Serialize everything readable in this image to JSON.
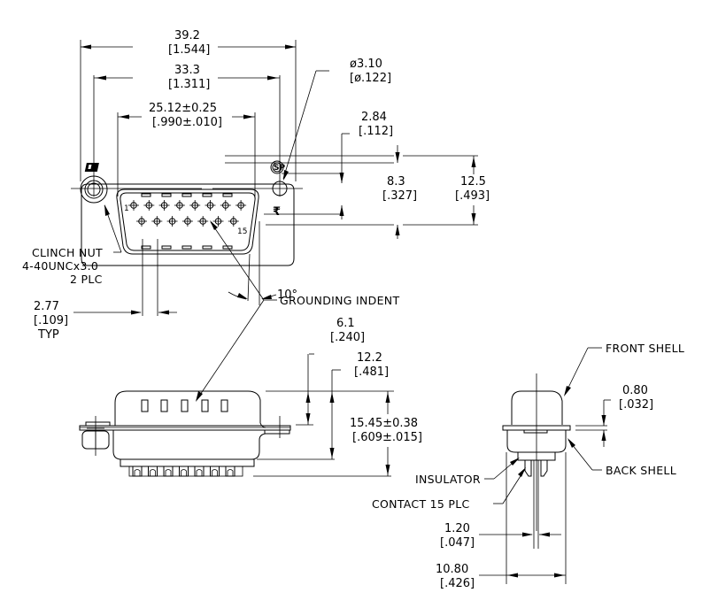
{
  "drawing": {
    "subject": "15-position D-sub connector mechanical drawing",
    "front_view": {
      "overall_width": {
        "mm": "39.2",
        "in": "[1.544]"
      },
      "mount_hole_spacing": {
        "mm": "33.3",
        "in": "[1.311]"
      },
      "shell_width": {
        "mm": "25.12±0.25",
        "in": "[.990±.010]"
      },
      "hole_diameter": {
        "mm": "ø3.10",
        "in": "[ø.122]"
      },
      "hole_offset": {
        "mm": "2.84",
        "in": "[.112]"
      },
      "shell_height": {
        "mm": "8.3",
        "in": "[.327]"
      },
      "flange_height": {
        "mm": "12.5",
        "in": "[.493]"
      },
      "angle": "10°",
      "pin_first": "1",
      "pin_last": "15",
      "pitch": {
        "mm": "2.77",
        "in": "[.109]",
        "note": "TYP"
      },
      "clinch_nut": {
        "line1": "CLINCH  NUT",
        "line2": "4-40UNCx3.0",
        "line3": "2  PLC"
      },
      "grounding_indent": "GROUNDING  INDENT",
      "top_row_pins": 8,
      "bottom_row_pins": 7
    },
    "side_view": {
      "front_height": {
        "mm": "6.1",
        "in": "[.240]"
      },
      "body_height": {
        "mm": "12.2",
        "in": "[.481]"
      },
      "overall_height": {
        "mm": "15.45±0.38",
        "in": "[.609±.015]"
      }
    },
    "end_view": {
      "front_shell": "FRONT  SHELL",
      "back_shell": "BACK  SHELL",
      "insulator": "INSULATOR",
      "contact": "CONTACT  15  PLC",
      "flange_thickness": {
        "mm": "0.80",
        "in": "[.032]"
      },
      "contact_width": {
        "mm": "1.20",
        "in": "[.047]"
      },
      "body_depth": {
        "mm": "10.80",
        "in": "[.426]"
      }
    }
  }
}
